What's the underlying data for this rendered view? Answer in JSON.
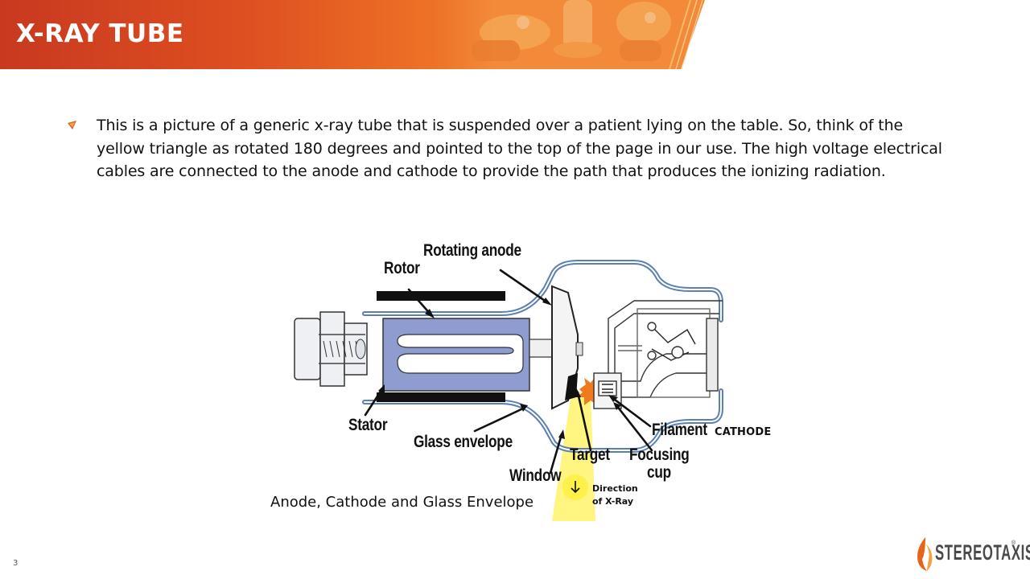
{
  "header": {
    "title": "X-RAY TUBE",
    "colors": {
      "banner_dark": "#c8391f",
      "banner_mid": "#e45a22",
      "banner_light": "#f6b562"
    }
  },
  "bullet": {
    "icon": "triangle-bullet-icon",
    "text": "This is a picture of a generic x-ray tube that is suspended over a patient lying on the table. So, think of the yellow triangle as rotated 180 degrees and pointed to the top of the page in our use. The high voltage electrical cables are connected to the anode and cathode to provide the path that produces the ionizing radiation."
  },
  "diagram": {
    "labels": {
      "rotating_anode": "Rotating anode",
      "rotor": "Rotor",
      "stator": "Stator",
      "glass_envelope": "Glass envelope",
      "window": "Window",
      "target": "Target",
      "focusing_cup_line1": "Focusing",
      "focusing_cup_line2": "cup",
      "filament": "Filament",
      "cathode": "CATHODE"
    },
    "direction": {
      "line1": "Direction",
      "line2": "of X-Ray",
      "icon": "arrow-down-icon"
    },
    "colors": {
      "rotor_fill": "#8e9cd0",
      "beam": "#fff36a",
      "spark": "#f07a1e",
      "envelope": "#5b7fae"
    }
  },
  "caption": "Anode, Cathode and Glass Envelope",
  "footer": {
    "page_number": "3",
    "logo_text": "STEREOTAXIS",
    "logo_tm": "®"
  }
}
